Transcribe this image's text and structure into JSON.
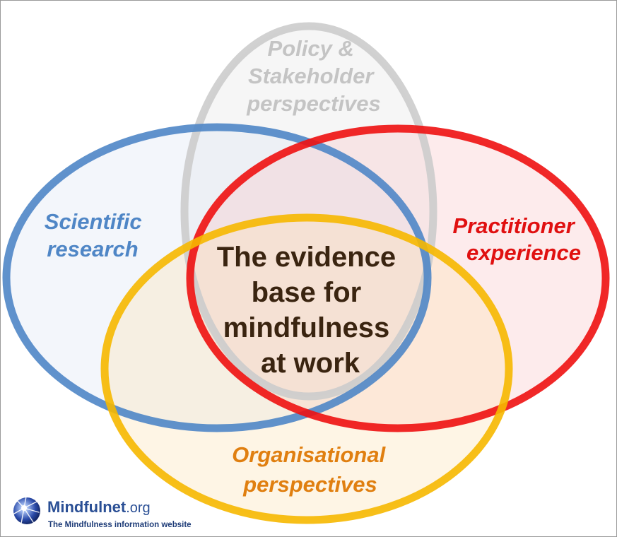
{
  "diagram": {
    "sets": [
      {
        "id": "policy",
        "lines": [
          "Policy  &",
          "Stakeholder",
          "perspectives"
        ],
        "stroke": "#cccccc",
        "fill": "#e6e6e6",
        "text_color": "#c4c4c4"
      },
      {
        "id": "scientific",
        "lines": [
          "Scientific",
          "research"
        ],
        "stroke": "#4f86c6",
        "fill": "#dce6f4",
        "text_color": "#4f86c6"
      },
      {
        "id": "practitioner",
        "lines": [
          "Practitioner",
          "experience"
        ],
        "stroke": "#ee1111",
        "fill": "#f9c6c8",
        "text_color": "#e01010"
      },
      {
        "id": "organisational",
        "lines": [
          "Organisational",
          "perspectives"
        ],
        "stroke": "#f6b800",
        "fill": "#fbe3b4",
        "text_color": "#e07f10"
      }
    ],
    "center": {
      "lines": [
        "The evidence",
        "base for",
        "mindfulness",
        "at work"
      ],
      "text_color": "#3a2410"
    }
  },
  "logo": {
    "name": "Mindfulnet",
    "tld": ".org",
    "tagline": "The Mindfulness information website",
    "name_color": "#2a4f95",
    "tagline_color": "#1e3c78",
    "icon": "starburst-orb-icon"
  }
}
